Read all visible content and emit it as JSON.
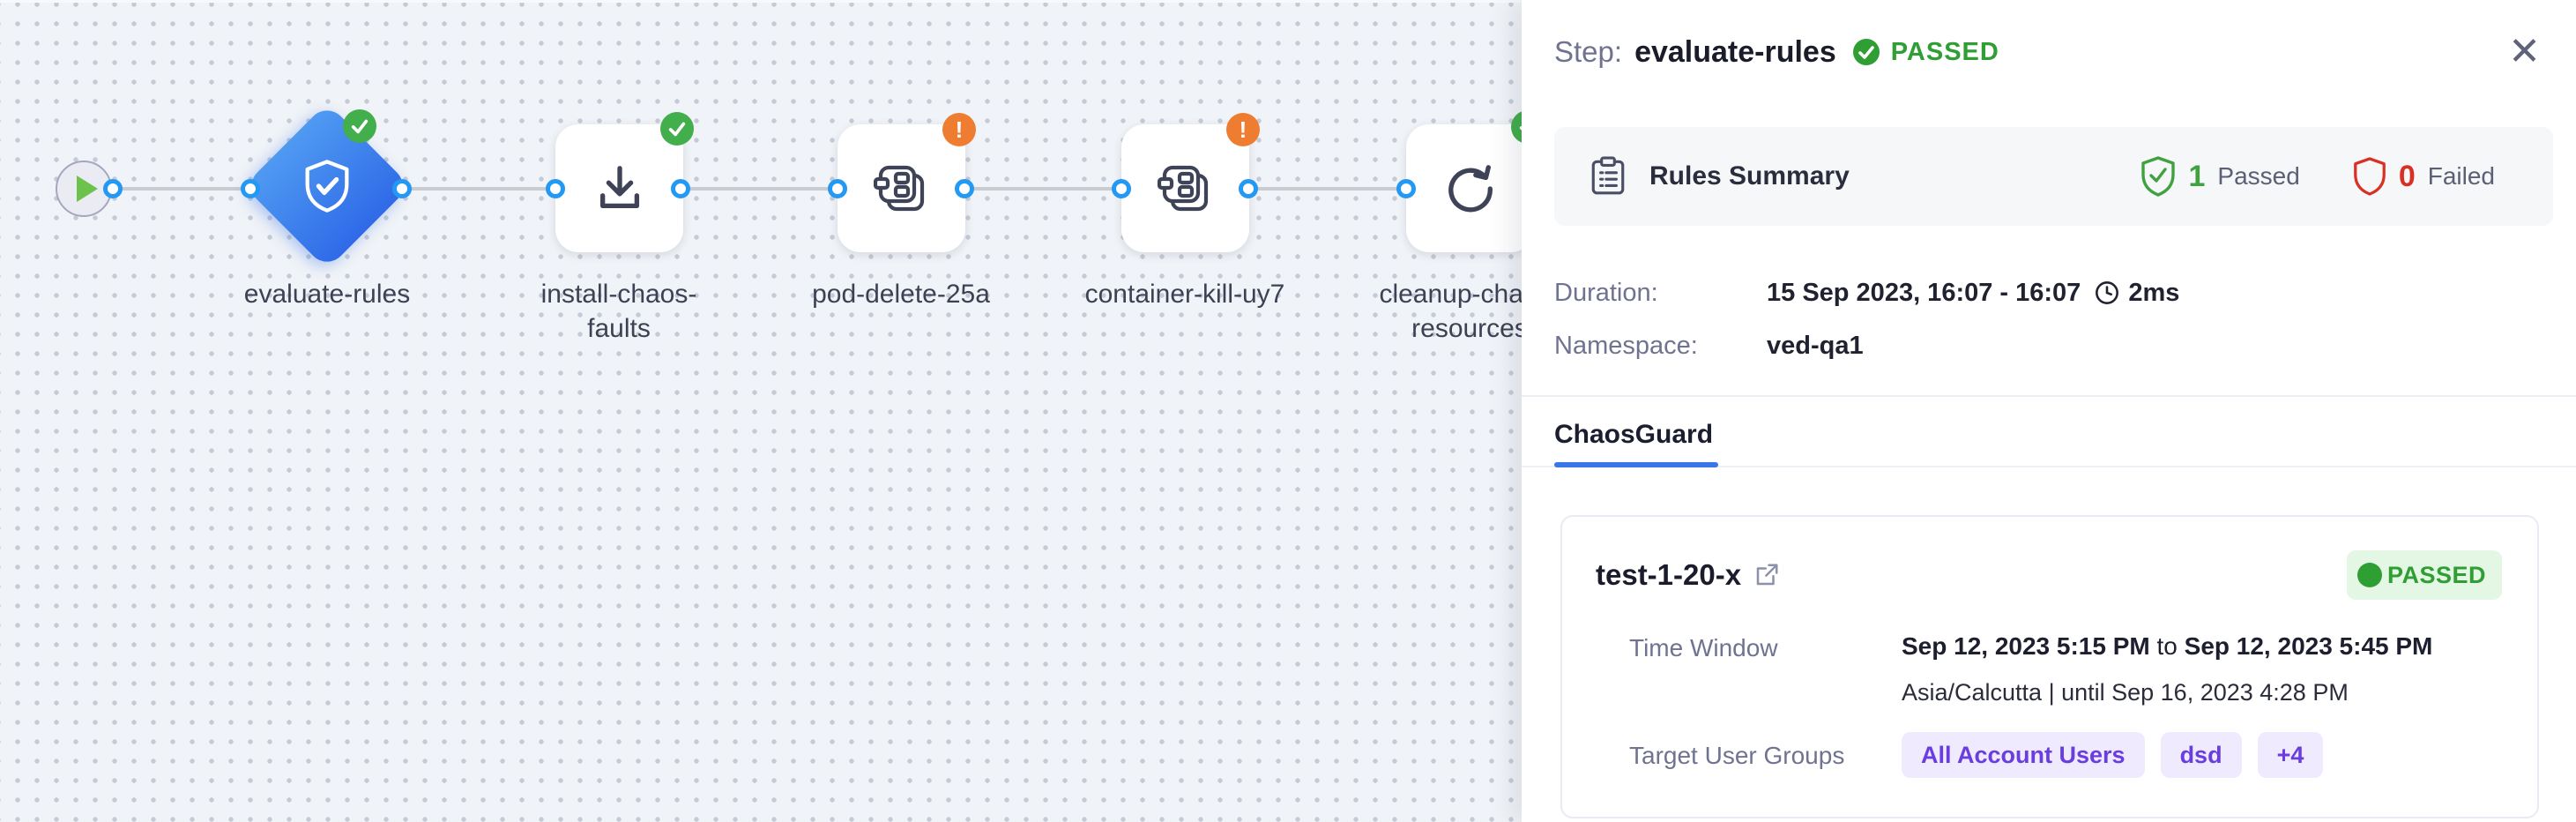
{
  "workflow": {
    "node_labels": {
      "evaluate": "evaluate-rules",
      "install": "install-chaos-\nfaults",
      "pod_delete": "pod-delete-25a",
      "container_kill": "container-kill-uy7",
      "cleanup": "cleanup-chaos-\nresources"
    }
  },
  "panel": {
    "header": {
      "step_prefix": "Step:",
      "step_name": "evaluate-rules",
      "status": "PASSED",
      "close_icon": "✕"
    },
    "rules_summary": {
      "title": "Rules Summary",
      "passed_count": "1",
      "passed_label": "Passed",
      "failed_count": "0",
      "failed_label": "Failed"
    },
    "details": {
      "duration_label": "Duration:",
      "duration_value": "15 Sep 2023, 16:07 - 16:07",
      "duration_elapsed": "2ms",
      "namespace_label": "Namespace:",
      "namespace_value": "ved-qa1"
    },
    "tabs": {
      "chaosguard": "ChaosGuard"
    },
    "guard_card": {
      "title": "test-1-20-x",
      "status": "PASSED",
      "time_window_label": "Time Window",
      "time_start": "Sep 12, 2023 5:15 PM",
      "to_word": " to ",
      "time_end": "Sep 12, 2023 5:45 PM",
      "timezone_line": "Asia/Calcutta | until Sep 16, 2023 4:28 PM",
      "target_groups_label": "Target User Groups",
      "groups": [
        "All Account Users",
        "dsd",
        "+4"
      ]
    }
  },
  "colors": {
    "success_green": "#2f9e33",
    "badge_green": "#43ae4c",
    "warning_orange": "#ee7d31",
    "fail_red": "#d93025",
    "port_blue": "#2499f3",
    "diamond_blue": "#2f6ae8",
    "tab_underline_blue": "#3a76e8",
    "chip_purple": "#6a3de0",
    "canvas_bg": "#f0f3f7"
  }
}
